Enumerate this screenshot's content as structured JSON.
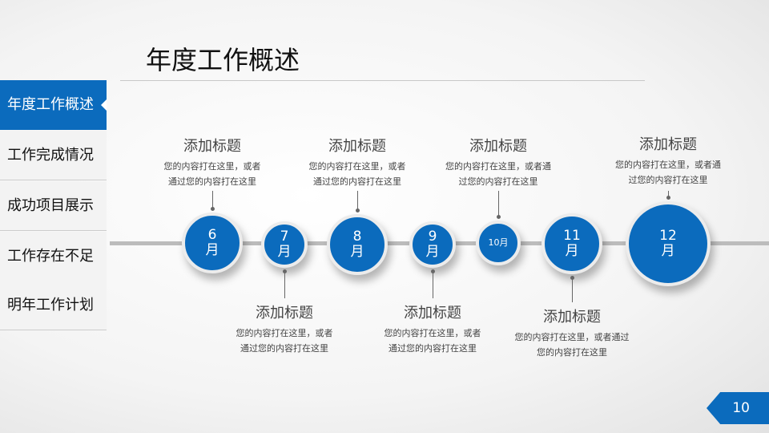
{
  "header": {
    "title": "年度工作概述"
  },
  "sidebar": {
    "items": [
      {
        "label": "年度工作概述",
        "active": true
      },
      {
        "label": "工作完成情况"
      },
      {
        "label": "成功项目展示"
      },
      {
        "label": "工作存在不足"
      },
      {
        "label": "明年工作计划"
      }
    ]
  },
  "timeline": [
    {
      "num": "6",
      "unit": "月",
      "title": "添加标题",
      "desc1": "您的内容打在这里，或者",
      "desc2": "通过您的内容打在这里"
    },
    {
      "num": "7",
      "unit": "月",
      "title": "添加标题",
      "desc1": "您的内容打在这里，或者",
      "desc2": "通过您的内容打在这里"
    },
    {
      "num": "8",
      "unit": "月",
      "title": "添加标题",
      "desc1": "您的内容打在这里，或者",
      "desc2": "通过您的内容打在这里"
    },
    {
      "num": "9",
      "unit": "月",
      "title": "添加标题",
      "desc1": "您的内容打在这里，或者",
      "desc2": "通过您的内容打在这里"
    },
    {
      "num": "10月",
      "unit": "",
      "title": "添加标题",
      "desc1": "您的内容打在这里，或者通",
      "desc2": "过您的内容打在这里"
    },
    {
      "num": "11",
      "unit": "月",
      "title": "添加标题",
      "desc1": "您的内容打在这里，或者通过",
      "desc2": "您的内容打在这里"
    },
    {
      "num": "12",
      "unit": "月",
      "title": "添加标题",
      "desc1": "您的内容打在这里，或者通",
      "desc2": "过您的内容打在这里"
    }
  ],
  "page_number": "10",
  "colors": {
    "accent": "#0b6bbd"
  }
}
